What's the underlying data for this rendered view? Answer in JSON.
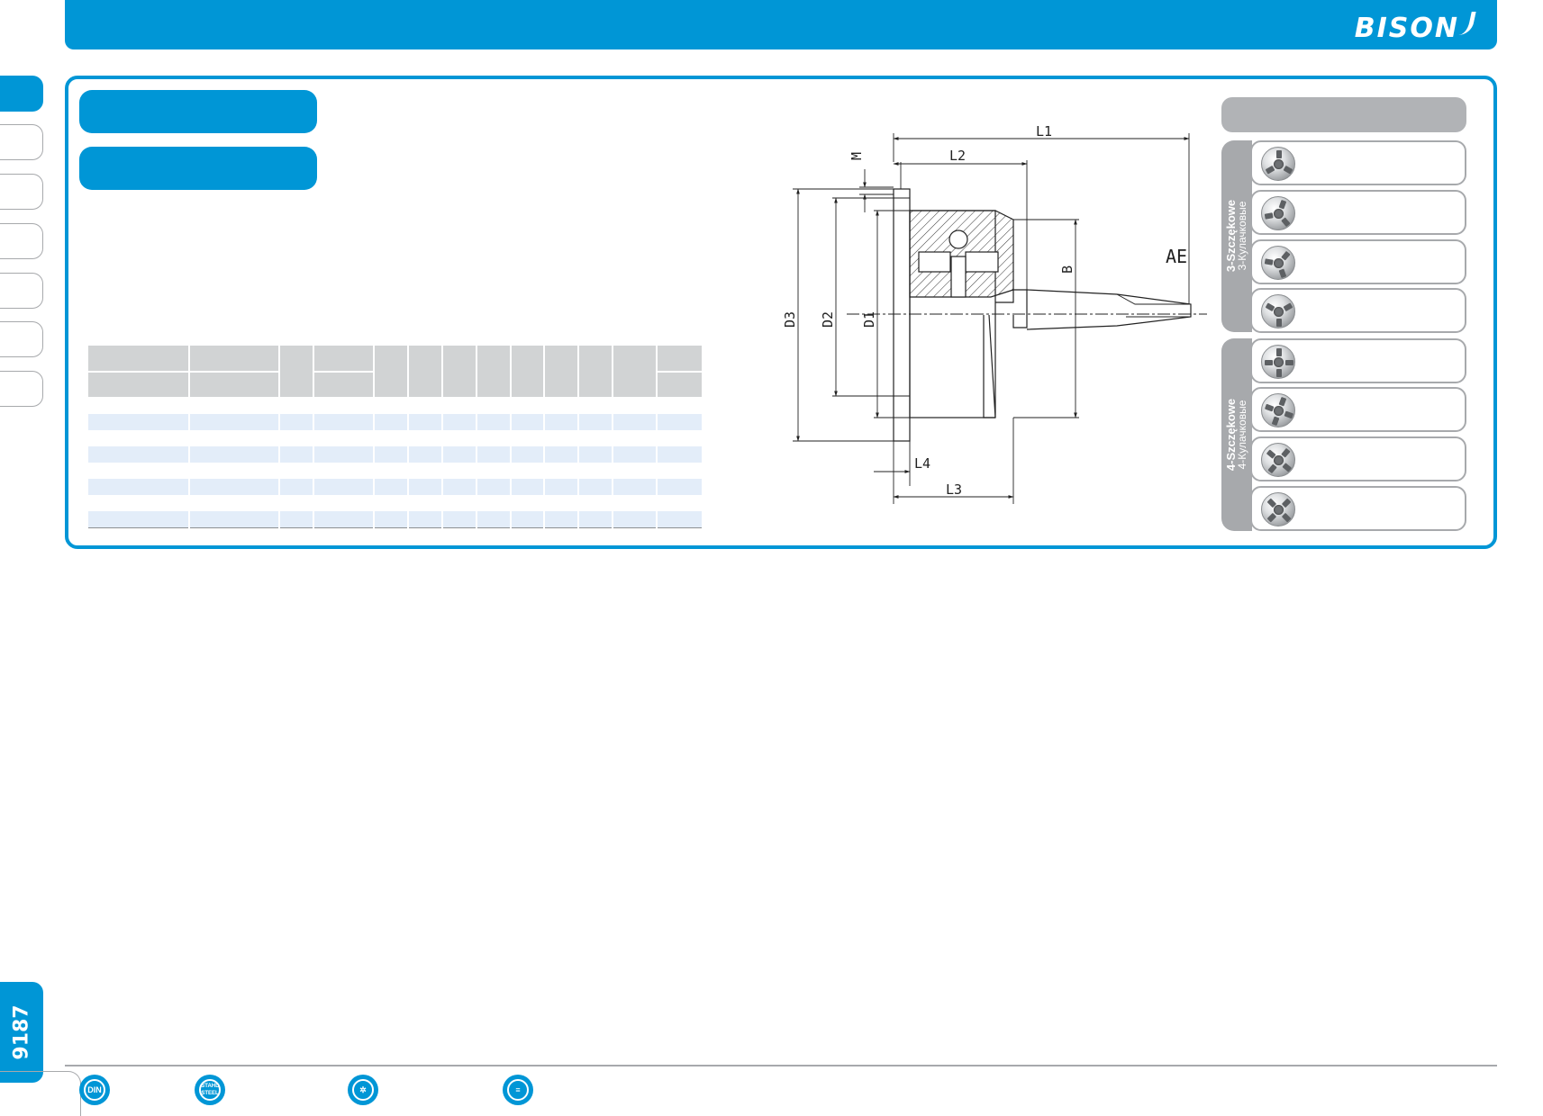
{
  "header": {
    "logo_text": "BISON",
    "brand_color": "#0096d6"
  },
  "sidebar": {
    "page_number": "9187"
  },
  "drawing": {
    "labels": {
      "l1": "L1",
      "l2": "L2",
      "l3": "L3",
      "l4": "L4",
      "m": "M",
      "d1": "D1",
      "d2": "D2",
      "d3": "D3",
      "b": "B",
      "ae": "AE"
    }
  },
  "range_panel": {
    "groups": [
      {
        "title": "3-Szczękowe",
        "subtitle": "3-Кулачковые",
        "icons": [
          "three-jaw-chuck-icon",
          "three-jaw-chuck-icon",
          "three-jaw-chuck-icon",
          "three-jaw-chuck-icon"
        ]
      },
      {
        "title": "4-Szczękowe",
        "subtitle": "4-Кулачковые",
        "icons": [
          "four-jaw-chuck-icon",
          "four-jaw-chuck-icon",
          "four-jaw-chuck-icon",
          "four-jaw-chuck-icon"
        ]
      }
    ]
  },
  "footer": {
    "icons": [
      "din-standard-icon",
      "stahl-steel-icon",
      "chuck-gear-icon",
      "lathe-gear-icon"
    ],
    "stahl_text": "STAHL STEEL"
  },
  "colors": {
    "table_header": "#d1d3d4",
    "table_row_alt": "#e3edf9",
    "panel_grey": "#a7a9ac"
  }
}
